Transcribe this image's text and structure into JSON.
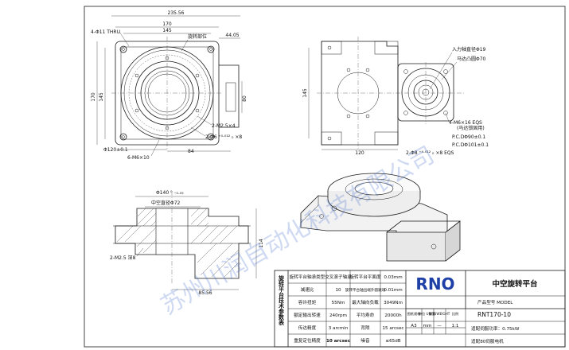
{
  "front_view": {
    "thru_holes": "4-Φ11 THRU",
    "dim_235_56": "235.56",
    "dim_170": "170",
    "dim_145": "145",
    "rotating_platform": "旋转部位",
    "dim_44_05": "44.05",
    "dim_170_v": "170",
    "dim_145_v": "145",
    "dim_m2_5": "2-M2.5×4",
    "dim_pin_hole": "2-Φ6 ⁺⁰·⁰¹² ₀ ×8",
    "dim_bolt_circle": "Φ120±0.1",
    "dim_m6": "6-M6×10",
    "dim_84": "84",
    "dim_80": "80"
  },
  "side_view": {
    "dim_145": "145",
    "dim_120": "120",
    "input_shaft": "入力轴直径Φ19",
    "motor_spigot": "马达凸圆Φ70",
    "motor_screws": "4-M6×16 EQS",
    "motor_screws_note": "(马达锁固用)",
    "pcd_90": "P.C.DΦ90±0.1",
    "pcd_101": "P.C.DΦ101±0.1",
    "pin_hole": "2-Φ8 ⁺⁰·⁰¹² ₀ ×8 EQS"
  },
  "section_view": {
    "dim_140": "Φ140 ⁰ ₋₀.₀₅",
    "center_bore": "中空直径Φ72",
    "dim_m2_5": "2-M2.5 深8",
    "dim_85_56": "85.56",
    "dim_114": "114"
  },
  "table": {
    "vertical_title": "旋转平台技术参数表",
    "headers": [
      "旋转平台轴承类型",
      "交叉滚子轴承",
      "旋转平台平面度",
      "0.03mm"
    ],
    "rows": [
      [
        "减速比",
        "10",
        "旋转平台轴出端外圆跳动",
        "0.01mm"
      ],
      [
        "容许扭矩",
        "55Nm",
        "最大轴向负载",
        "3049Nm"
      ],
      [
        "额定输出转速",
        "240rpm",
        "平均寿命",
        "20000h"
      ],
      [
        "传达精度",
        "3 arcmin",
        "背隙",
        "15 arcsec"
      ],
      [
        "重复定位精度",
        "10 arcsec",
        "噪音",
        "≤65dB"
      ]
    ],
    "logo": "RNO",
    "product_title": "中空旋转平台",
    "model_label": "产品型号 MODEL",
    "model": "RNT170-10",
    "col_headers": [
      "图纸规格",
      "单位 UNITS",
      "重量 WEIGHT",
      "比例"
    ],
    "col_values": [
      "A3",
      "mm",
      "—",
      "1:1"
    ],
    "motor_power": "适配伺服功率：0.75kW",
    "motor_type": "适配80伺服电机"
  },
  "watermark": "苏州川润自动化科技有限公司"
}
